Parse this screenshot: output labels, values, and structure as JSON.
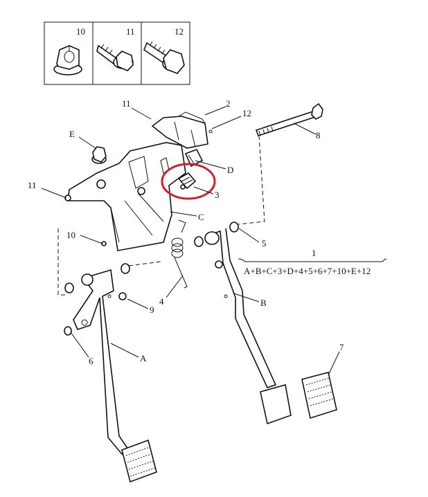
{
  "legend_box": {
    "items": [
      {
        "number": "10",
        "icon": "flange-nut-icon"
      },
      {
        "number": "11",
        "icon": "flange-bolt-icon"
      },
      {
        "number": "12",
        "icon": "hex-bolt-icon"
      }
    ]
  },
  "labels": {
    "l1": "1",
    "l2": "2",
    "l3": "3",
    "l4": "4",
    "l5": "5",
    "l6": "6",
    "l7": "7",
    "l8": "8",
    "l9": "9",
    "l10": "10",
    "l11a": "11",
    "l11b": "11",
    "l12": "12",
    "lA": "A",
    "lB": "B",
    "lC": "C",
    "lD": "D",
    "lE": "E"
  },
  "assembly_formula": "A+B+C+3+D+4+5+6+7+10+E+12",
  "highlight": {
    "color": "#d0202a",
    "part": "3"
  }
}
